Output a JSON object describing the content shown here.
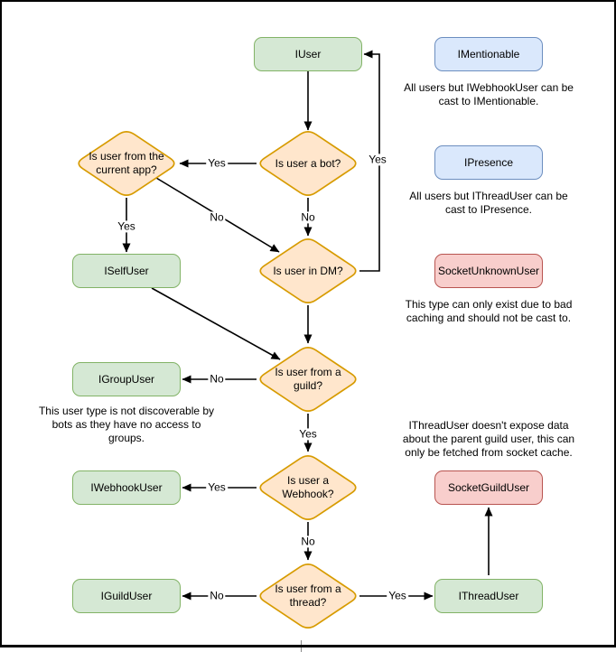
{
  "canvas": {
    "background": "#ffffff",
    "border_color": "#000000"
  },
  "colors": {
    "interface_fill": "#d5e8d4",
    "interface_stroke": "#82b366",
    "decision_fill": "#ffe6cc",
    "decision_stroke": "#d79b00",
    "trait_fill": "#dae8fc",
    "trait_stroke": "#6c8ebf",
    "socket_fill": "#f8cecc",
    "socket_stroke": "#b85450",
    "edge_color": "#000000"
  },
  "nodes": {
    "iuser": "IUser",
    "imentionable": "IMentionable",
    "ipresence": "IPresence",
    "socket_unknown_user": "SocketUnknownUser",
    "iself_user": "ISelfUser",
    "igroup_user": "IGroupUser",
    "iwebhook_user": "IWebhookUser",
    "iguild_user": "IGuildUser",
    "socket_guild_user": "SocketGuildUser",
    "ithread_user": "IThreadUser"
  },
  "decisions": {
    "is_bot": "Is user a bot?",
    "from_current_app": "Is user from the current app?",
    "in_dm": "Is user in DM?",
    "from_guild": "Is user from a guild?",
    "is_webhook": "Is user a Webhook?",
    "from_thread": "Is user from a thread?"
  },
  "edge_labels": {
    "bot_yes": "Yes",
    "bot_no": "No",
    "app_yes": "Yes",
    "app_no": "No",
    "dm_yes": "Yes",
    "guild_no": "No",
    "guild_yes": "Yes",
    "webhook_yes": "Yes",
    "webhook_no": "No",
    "thread_no": "No",
    "thread_yes": "Yes"
  },
  "notes": {
    "mentionable": "All users but IWebhookUser can be\ncast to IMentionable.",
    "presence": "All users but IThreadUser can be\ncast to IPresence.",
    "unknown_user": "This type can only exist due to bad\ncaching and should not be cast to.",
    "group_user": "This user type is not discoverable by\nbots as they have no access to\ngroups.",
    "thread_user": "IThreadUser doesn't expose data\nabout the parent guild user, this can\nonly be fetched from socket cache."
  }
}
